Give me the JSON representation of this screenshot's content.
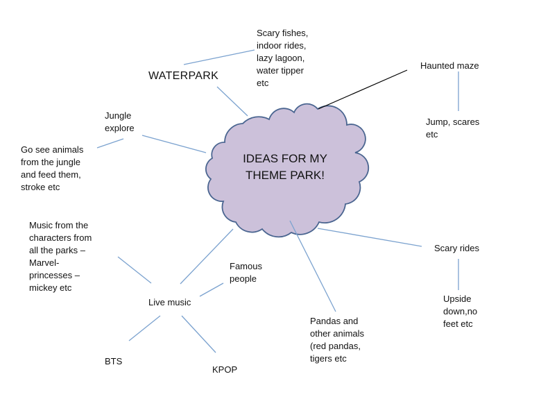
{
  "center": {
    "title": "IDEAS FOR MY\nTHEME PARK!"
  },
  "labels": {
    "waterpark": "WATERPARK",
    "waterpark_details": "Scary fishes,\nindoor rides,\nlazy lagoon,\nwater tipper\netc",
    "haunted_maze": "Haunted maze",
    "haunted_maze_details": "Jump, scares\netc",
    "jungle_explore": "Jungle\nexplore",
    "jungle_details": "Go see animals\nfrom the jungle\nand feed them,\nstroke etc",
    "music_details": "Music from the\ncharacters from\nall the parks –\nMarvel-\nprincesses –\nmickey etc",
    "famous_people": "Famous\npeople",
    "live_music": "Live music",
    "bts": "BTS",
    "kpop": "KPOP",
    "pandas": "Pandas and\nother animals\n(red pandas,\ntigers etc",
    "scary_rides": "Scary rides",
    "scary_rides_details": "Upside\ndown,no\nfeet etc"
  },
  "colors": {
    "cloud_fill": "#ccc1da",
    "cloud_stroke": "#4a6590",
    "blue_line": "#7ba2cf",
    "black_line": "#000000"
  }
}
